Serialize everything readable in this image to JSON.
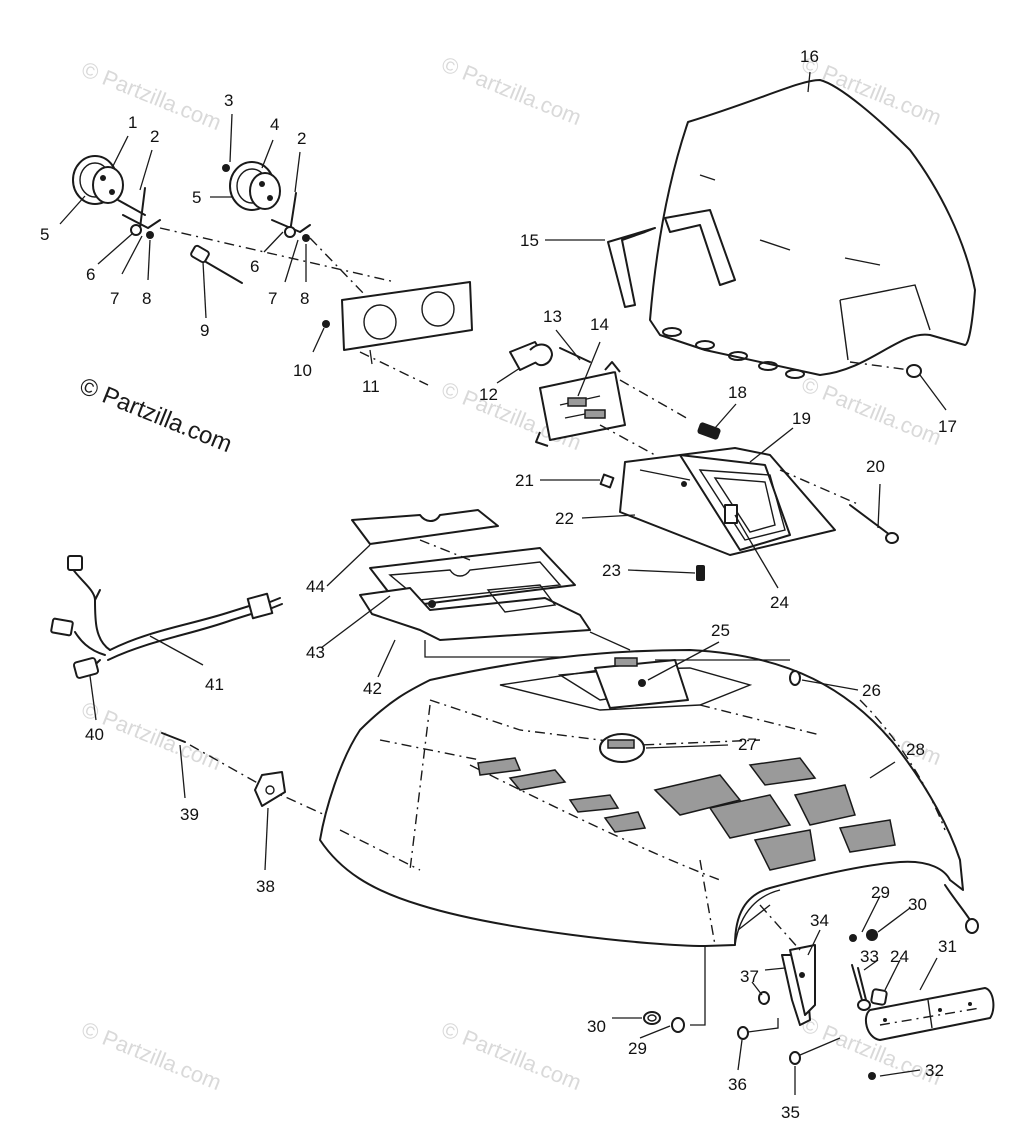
{
  "watermark": {
    "text": "© Partzilla.com",
    "color_faint": "#d9d9d9",
    "color_main": "#1a1a1a"
  },
  "diagram": {
    "line_color": "#1a1a1a",
    "background": "#ffffff",
    "callouts": [
      "1",
      "2",
      "3",
      "4",
      "5",
      "6",
      "7",
      "8",
      "9",
      "10",
      "11",
      "12",
      "13",
      "14",
      "15",
      "16",
      "17",
      "18",
      "19",
      "20",
      "21",
      "22",
      "23",
      "24",
      "25",
      "26",
      "27",
      "28",
      "29",
      "30",
      "31",
      "32",
      "33",
      "34",
      "35",
      "36",
      "37",
      "38",
      "39",
      "40",
      "41",
      "42",
      "43",
      "44"
    ]
  }
}
